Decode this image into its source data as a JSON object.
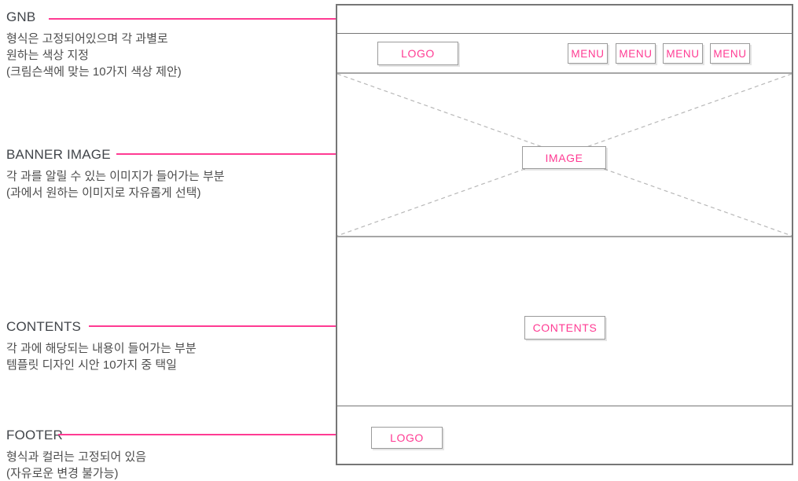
{
  "colors": {
    "accent_pink": "#ff3b93",
    "heading_text": "#41454a",
    "body_text": "#4d4d4d",
    "frame_border": "#767676",
    "box_border": "#9b9b9b",
    "dashed_line": "#b8b8b8"
  },
  "annotations": [
    {
      "title": "GNB",
      "lines": [
        "형식은 고정되어있으며 각 과별로",
        "원하는 색상 지정",
        "(크림슨색에 맞는 10가지 색상 제안)"
      ]
    },
    {
      "title": "BANNER IMAGE",
      "lines": [
        "각 과를 알릴 수 있는 이미지가 들어가는 부분",
        "(과에서 원하는 이미지로 자유롭게 선택)"
      ]
    },
    {
      "title": "CONTENTS",
      "lines": [
        "각 과에 해당되는 내용이 들어가는 부분",
        "템플릿 디자인 시안 10가지 중 택일"
      ]
    },
    {
      "title": "FOOTER",
      "lines": [
        "형식과 컬러는 고정되어 있음",
        "(자유로운 변경 불가능)"
      ]
    }
  ],
  "wireframe": {
    "header_logo_label": "LOGO",
    "menu_labels": [
      "MENU",
      "MENU",
      "MENU",
      "MENU"
    ],
    "banner_image_label": "IMAGE",
    "contents_label": "CONTENTS",
    "footer_logo_label": "LOGO"
  }
}
